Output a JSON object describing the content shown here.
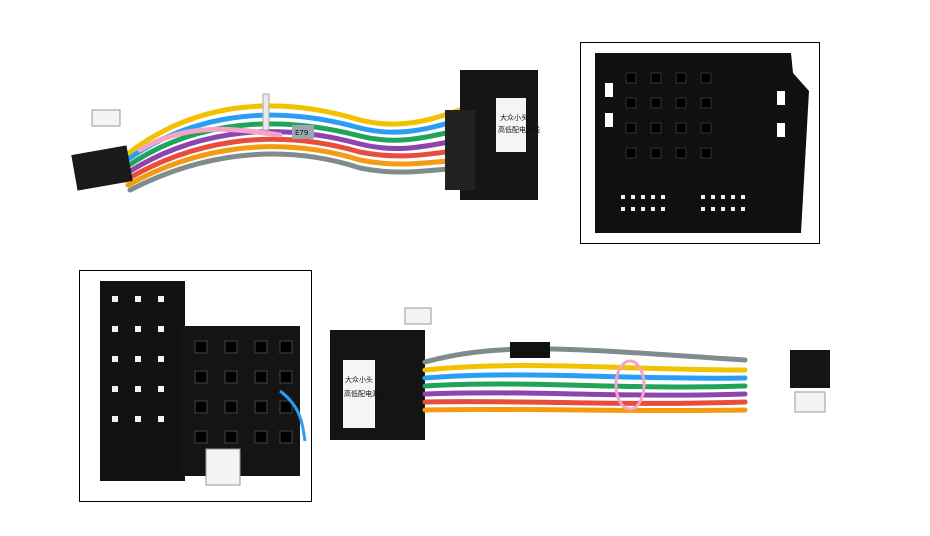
{
  "photos": [
    {
      "id": "harness-top",
      "label_line1": "大众小头",
      "label_line2": "高低配电源线",
      "tag_text": "E79"
    },
    {
      "id": "connector-face-closeup"
    },
    {
      "id": "iso-connector-closeup"
    },
    {
      "id": "harness-bottom",
      "label_line1": "大众小头",
      "label_line2": "高低配电源线"
    }
  ],
  "wire_colors": [
    "#f2c200",
    "#2a9df4",
    "#22a35a",
    "#8e44ad",
    "#e74c3c",
    "#f39c12",
    "#f5a3c7",
    "#7f8c8d",
    "#111111",
    "#bdc3c7"
  ]
}
